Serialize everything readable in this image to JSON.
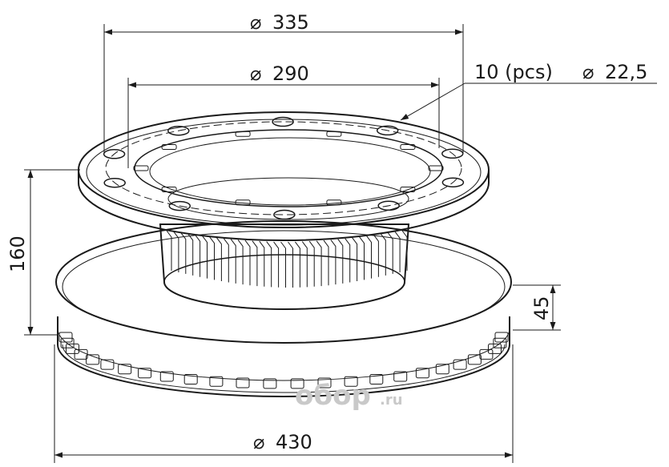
{
  "dimensions": {
    "outer_flange_diameter": "335",
    "bolt_circle_diameter": "290",
    "holes_count": "10 (pcs)",
    "hole_diameter": "22,5",
    "overall_height": "160",
    "disc_thickness": "45",
    "disc_diameter": "430"
  },
  "diameter_symbol": "⌀",
  "watermark": {
    "brand": "oбор",
    "suffix": ".ru"
  }
}
